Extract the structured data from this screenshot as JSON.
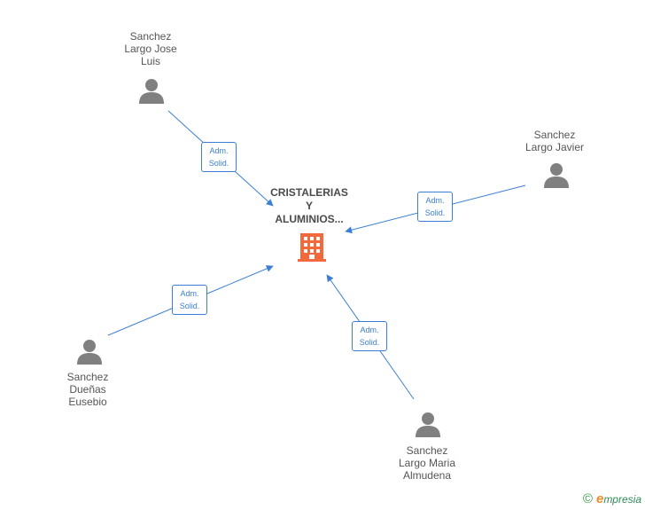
{
  "company": {
    "label": "CRISTALERIAS\nY\nALUMINIOS...",
    "icon": "building-icon",
    "color": "#f26a3c"
  },
  "people": [
    {
      "id": "p1",
      "label": "Sanchez\nLargo Jose\nLuis",
      "icon": "person-icon"
    },
    {
      "id": "p2",
      "label": "Sanchez\nLargo Javier",
      "icon": "person-icon"
    },
    {
      "id": "p3",
      "label": "Sanchez\nDueñas\nEusebio",
      "icon": "person-icon"
    },
    {
      "id": "p4",
      "label": "Sanchez\nLargo Maria\nAlmudena",
      "icon": "person-icon"
    }
  ],
  "edges": [
    {
      "from": "p1",
      "label": "Adm.\nSolid."
    },
    {
      "from": "p2",
      "label": "Adm.\nSolid."
    },
    {
      "from": "p3",
      "label": "Adm.\nSolid."
    },
    {
      "from": "p4",
      "label": "Adm.\nSolid."
    }
  ],
  "colors": {
    "edge": "#3b7fd4",
    "person": "#808080",
    "text": "#555555"
  },
  "footer": {
    "copyright": "©",
    "brand_initial": "e",
    "brand_rest": "mpresia"
  }
}
